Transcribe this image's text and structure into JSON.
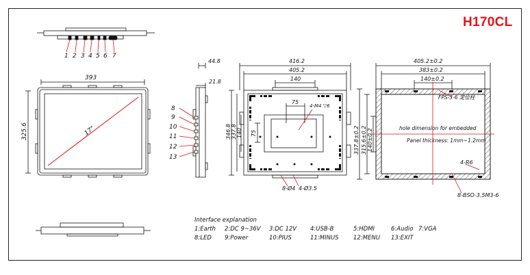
{
  "model": "H170CL",
  "connector_numbers": [
    "1",
    "2",
    "3",
    "4",
    "5",
    "6",
    "7"
  ],
  "button_numbers": [
    "8",
    "9",
    "10",
    "11",
    "12",
    "13"
  ],
  "front_view": {
    "width_dim": "393",
    "height_dim": "325.6",
    "diagonal": "17\""
  },
  "side_view": {
    "depth_dim": "44.8",
    "step_dim": "21.8"
  },
  "back_view": {
    "outer_width": "416.2",
    "inner_width": "405.2",
    "bracket_width": "140",
    "outer_height": "346.8",
    "inner_height": "337.8",
    "bracket_height": "140",
    "label_75h": "75",
    "label_75v": "75",
    "vesa_holes": "4-M4 ▽6",
    "hole_a": "8-Ø4",
    "hole_b": "4-Ø3.5"
  },
  "cutout_view": {
    "dim_outer": "405.2±0.2",
    "dim_383": "383±0.2",
    "dim_140": "140±0.2",
    "fps_note": "FPS-3-6 定位柱",
    "dim_v_outer": "337.8±0.2",
    "dim_v_315": "315.6±0.2",
    "dim_v_140": "140±0.2",
    "note_line1": "hole dimension for embedded",
    "note_line2": "Panel thickness: 1mm~1.2mm",
    "radius": "4-R6",
    "bso": "8-BSO-3.5M3-6"
  },
  "interface": {
    "title": "Interface explanation",
    "row1": [
      "1:Earth",
      "2:DC 9~36V",
      "3:DC 12V",
      "4:USB-B",
      "5:HDMI",
      "6:Audio",
      "7:VGA"
    ],
    "row2": [
      "8:LED",
      "9:Power",
      "10:PIUS",
      "11:MINUS",
      "12:MENU",
      "13:EXIT"
    ]
  }
}
